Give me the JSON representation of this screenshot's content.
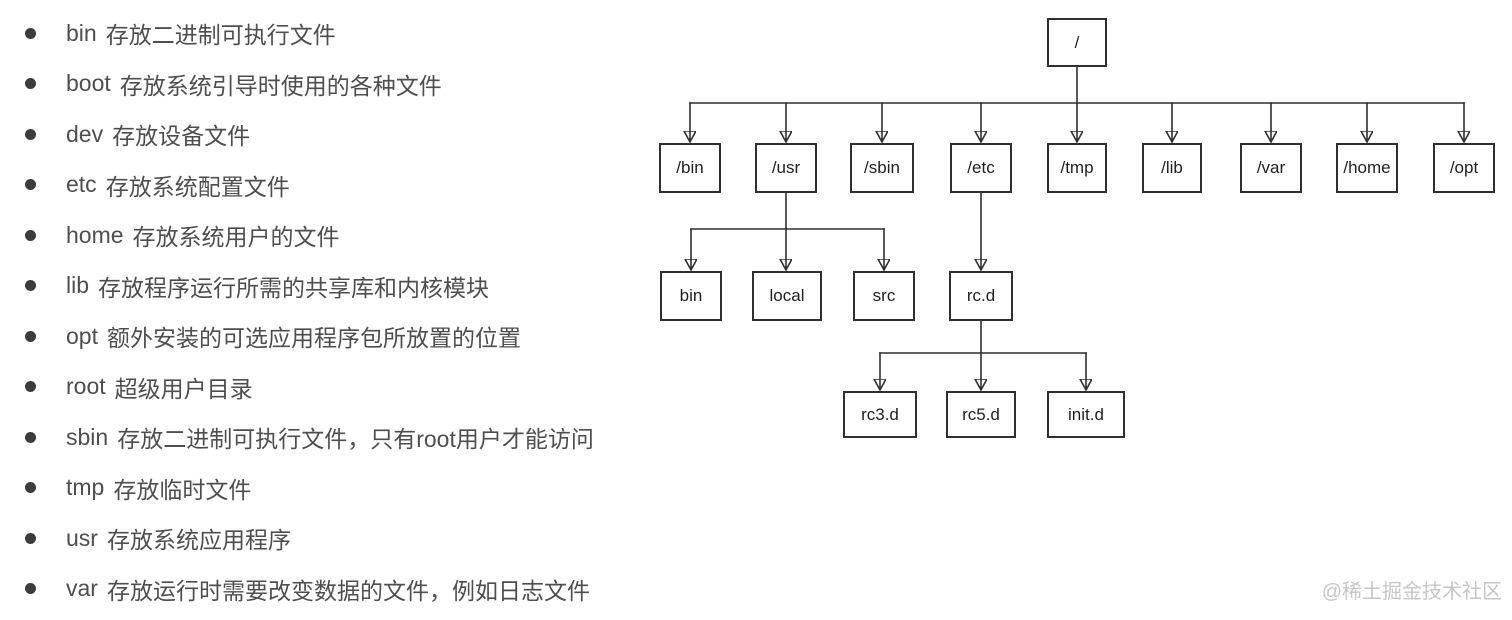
{
  "directory_list": {
    "items": [
      {
        "name": "bin",
        "desc": "存放二进制可执行文件"
      },
      {
        "name": "boot",
        "desc": "存放系统引导时使用的各种文件"
      },
      {
        "name": "dev",
        "desc": "存放设备文件"
      },
      {
        "name": "etc",
        "desc": "存放系统配置文件"
      },
      {
        "name": "home",
        "desc": "存放系统用户的文件"
      },
      {
        "name": "lib",
        "desc": "存放程序运行所需的共享库和内核模块"
      },
      {
        "name": "opt",
        "desc": "额外安装的可选应用程序包所放置的位置"
      },
      {
        "name": "root",
        "desc": "超级用户目录"
      },
      {
        "name": "sbin",
        "desc": "存放二进制可执行文件，只有root用户才能访问"
      },
      {
        "name": "tmp",
        "desc": "存放临时文件"
      },
      {
        "name": "usr",
        "desc": "存放系统应用程序"
      },
      {
        "name": "var",
        "desc": "存放运行时需要改变数据的文件，例如日志文件"
      }
    ]
  },
  "tree": {
    "root": "/",
    "level1": [
      "/bin",
      "/usr",
      "/sbin",
      "/etc",
      "/tmp",
      "/lib",
      "/var",
      "/home",
      "/opt"
    ],
    "usr_children": [
      "bin",
      "local",
      "src"
    ],
    "etc_children": [
      "rc.d"
    ],
    "rcd_children": [
      "rc3.d",
      "rc5.d",
      "init.d"
    ]
  },
  "watermark": "@稀土掘金技术社区",
  "colors": {
    "background": "#ffffff",
    "list_text": "#4e4e4e",
    "line": "#2f2f2f",
    "watermark": "#c6c6c6"
  }
}
